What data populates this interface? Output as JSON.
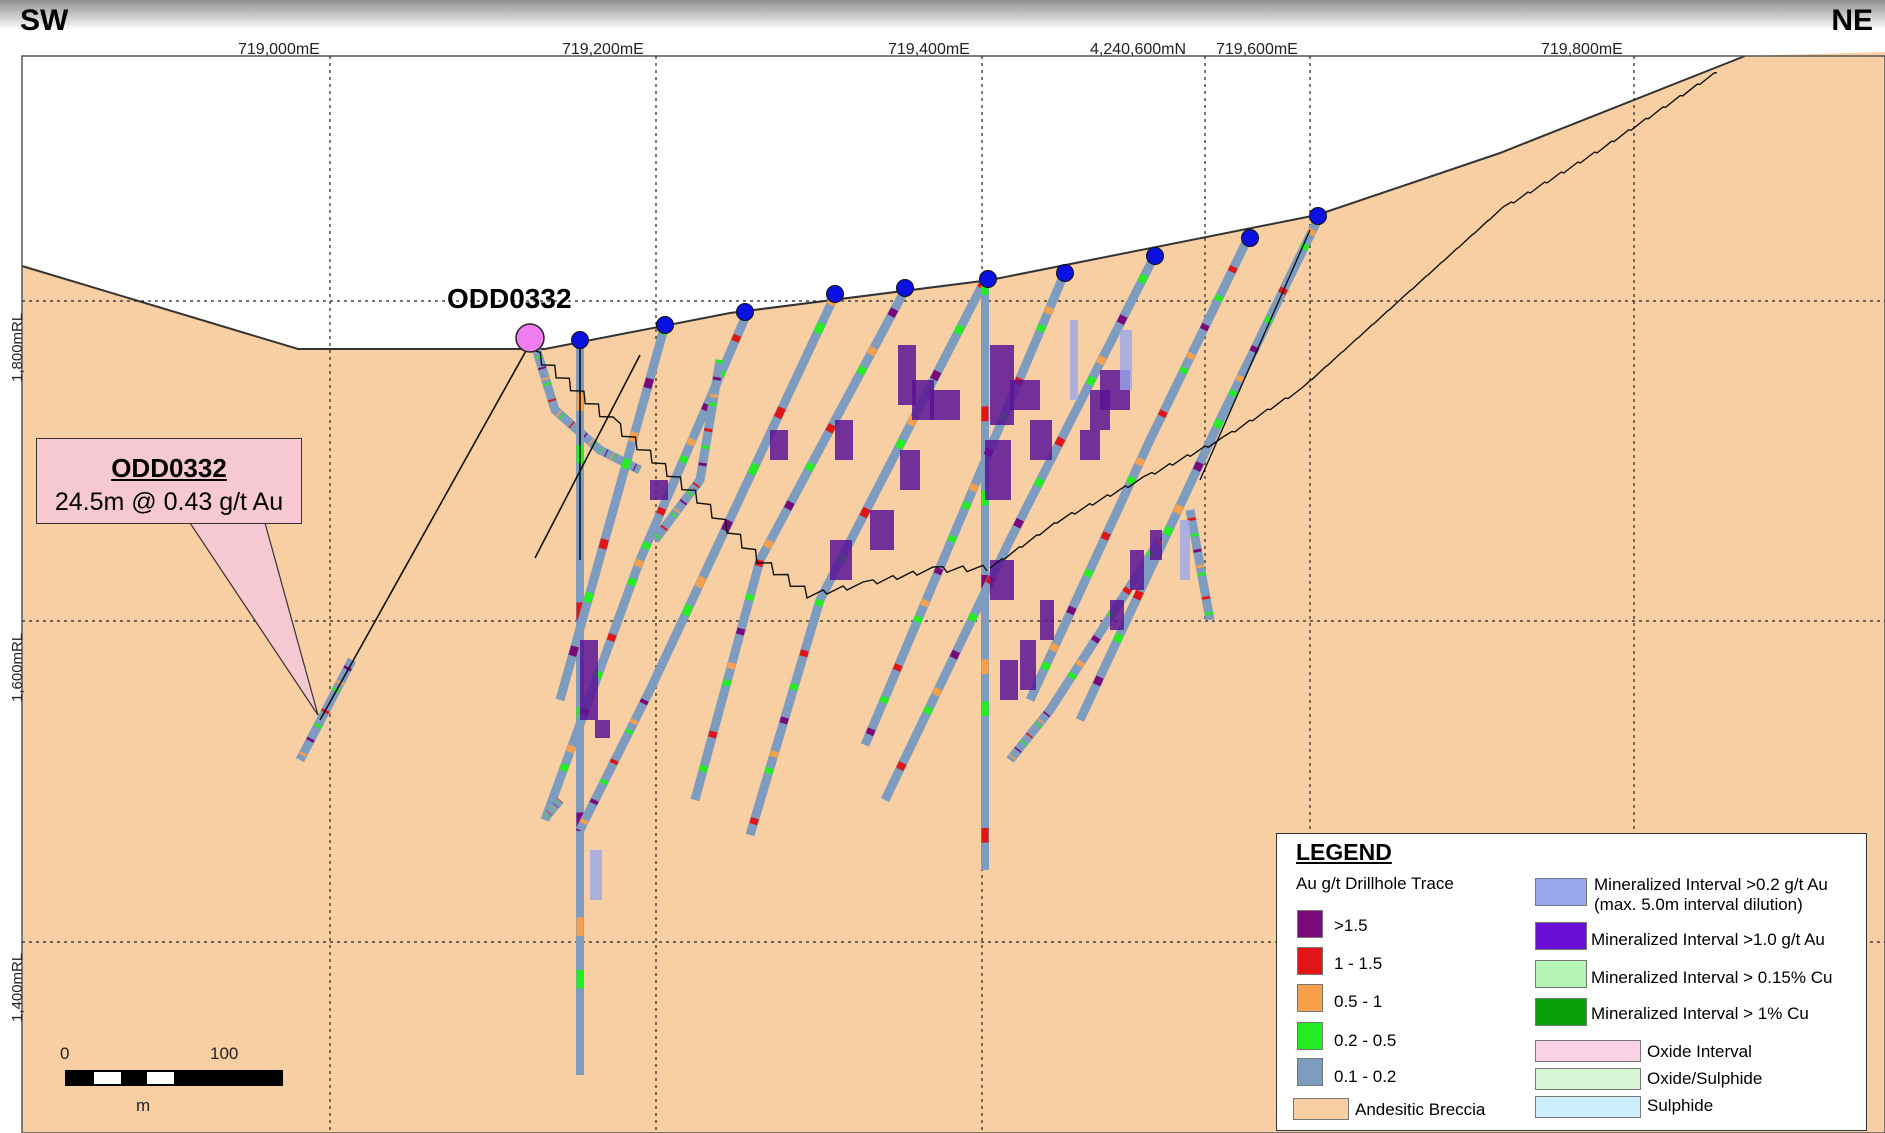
{
  "section": {
    "left_direction": "SW",
    "right_direction": "NE",
    "easting_labels": [
      "719,000mE",
      "719,200mE",
      "719,400mE",
      "4,240,600mN",
      "719,600mE",
      "719,800mE"
    ],
    "rl_labels": [
      "1,800mRL",
      "1,600mRL",
      "1,400mRL"
    ],
    "hole_label": "ODD0332"
  },
  "callout": {
    "title": "ODD0332",
    "value": "24.5m @ 0.43 g/t Au"
  },
  "scalebar": {
    "start": "0",
    "end": "100",
    "unit": "m"
  },
  "legend": {
    "title": "LEGEND",
    "trace_title": "Au g/t Drillhole Trace",
    "grade_bins": [
      {
        "label": ">1.5",
        "color": "#7a0a7a"
      },
      {
        "label": "1 - 1.5",
        "color": "#e11515"
      },
      {
        "label": "0.5 - 1",
        "color": "#f6a04c"
      },
      {
        "label": "0.2 - 0.5",
        "color": "#22ee22"
      },
      {
        "label": "0.1 - 0.2",
        "color": "#7d9cbf"
      }
    ],
    "rock_unit": {
      "label": "Andesitic Breccia",
      "color": "#f8cfa3"
    },
    "intervals": [
      {
        "label": "Mineralized Interval >0.2 g/t Au",
        "label2": "(max. 5.0m interval dilution)",
        "color": "#9aa6ee"
      },
      {
        "label": "Mineralized Interval >1.0 g/t Au",
        "color": "#6a0ed6"
      },
      {
        "label": "Mineralized Interval > 0.15% Cu",
        "color": "#b4f5b4"
      },
      {
        "label": "Mineralized Interval > 1% Cu",
        "color": "#0aa00a"
      }
    ],
    "oxidation": [
      {
        "label": "Oxide Interval",
        "color": "#fcd3e6"
      },
      {
        "label": "Oxide/Sulphide",
        "color": "#d6f6d6"
      },
      {
        "label": "Sulphide",
        "color": "#cdeefc"
      }
    ]
  },
  "colors": {
    "rock": "#f8cfa3",
    "collar": "#0b11e0",
    "highlight_collar": "#f07df0",
    "trace": "#7d9cbf"
  }
}
